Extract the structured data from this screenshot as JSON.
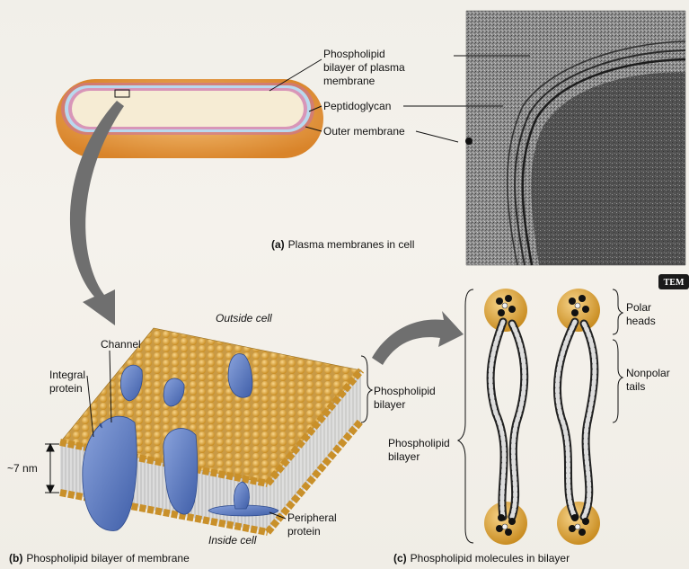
{
  "panel_a": {
    "label_bilayer_line1": "Phospholipid",
    "label_bilayer_line2": "bilayer of plasma",
    "label_bilayer_line3": "membrane",
    "label_peptidoglycan": "Peptidoglycan",
    "label_outer_membrane": "Outer membrane",
    "caption_letter": "(a)",
    "caption_text": "Plasma membranes in cell",
    "tem_badge": "TEM"
  },
  "panel_b": {
    "outside_cell": "Outside cell",
    "inside_cell": "Inside cell",
    "label_channel": "Channel",
    "label_integral_line1": "Integral",
    "label_integral_line2": "protein",
    "label_bilayer_line1": "Phospholipid",
    "label_bilayer_line2": "bilayer",
    "label_thickness": "~7 nm",
    "label_peripheral_line1": "Peripheral",
    "label_peripheral_line2": "protein",
    "caption_letter": "(b)",
    "caption_text": "Phospholipid bilayer of membrane"
  },
  "panel_c": {
    "label_polar_line1": "Polar",
    "label_polar_line2": "heads",
    "label_nonpolar_line1": "Nonpolar",
    "label_nonpolar_line2": "tails",
    "label_bilayer_line1": "Phospholipid",
    "label_bilayer_line2": "bilayer",
    "caption_letter": "(c)",
    "caption_text": "Phospholipid molecules in bilayer"
  },
  "colors": {
    "head_gold": "#e0a93a",
    "protein_blue": "#5f7fc2",
    "cell_orange": "#e79a3c",
    "tem_gray": "#8a8a8a"
  }
}
